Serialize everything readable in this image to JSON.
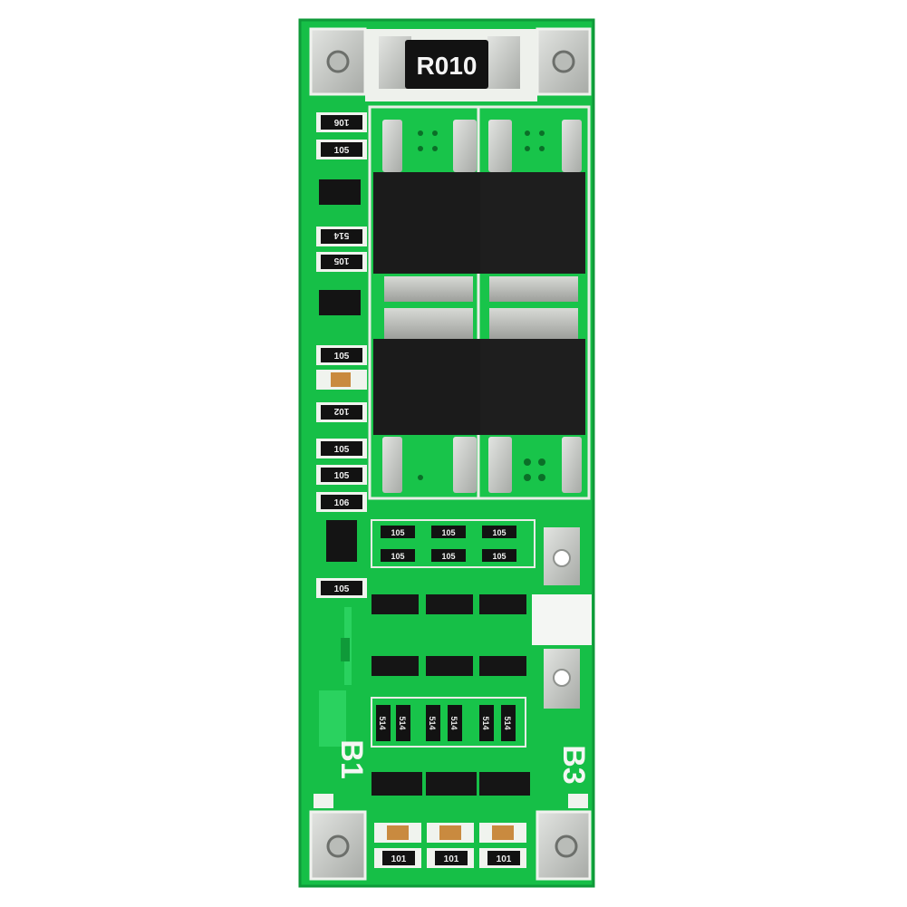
{
  "image": {
    "subject": "BMS protection circuit board",
    "colors": {
      "background": "#ffffff",
      "pcb": "#17c24a",
      "pcb_dark": "#0f9a39",
      "trace": "#27d65a",
      "silk": "#f2f5f0",
      "pad": "#c9ccc8",
      "pad_shadow": "#8e918e",
      "chip": "#1a1a1a",
      "resistor_body": "#111111"
    }
  },
  "board": {
    "shunt_label": "R010",
    "left_label": "B1",
    "right_label": "B3"
  },
  "resistors": {
    "left_column": [
      "106",
      "105",
      "514",
      "105",
      "105",
      "102",
      "105",
      "105",
      "106",
      "105"
    ],
    "grid_top": [
      "105",
      "105",
      "105",
      "105",
      "105",
      "105"
    ],
    "grid_mid": [
      "514",
      "514",
      "514",
      "514",
      "514",
      "514"
    ],
    "grid_bottom": [
      "101",
      "101",
      "101"
    ]
  }
}
